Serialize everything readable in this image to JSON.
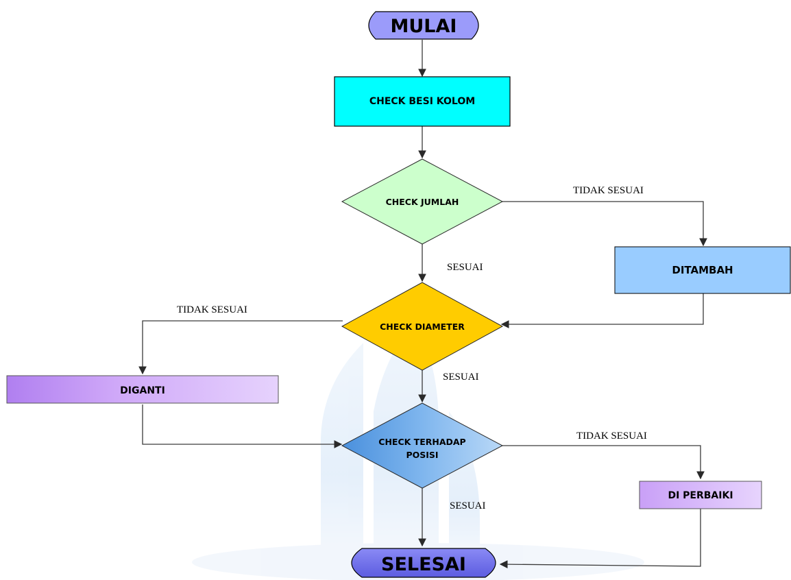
{
  "diagram": {
    "nodes": {
      "start": "MULAI",
      "check_besi": "CHECK BESI KOLOM",
      "check_jumlah": "CHECK JUMLAH",
      "ditambah": "DITAMBAH",
      "check_diameter": "CHECK DIAMETER",
      "diganti": "DIGANTI",
      "check_posisi_line1": "CHECK TERHADAP",
      "check_posisi_line2": "POSISI",
      "diperbaiki": "DI PERBAIKI",
      "end": "SELESAI"
    },
    "edge_labels": {
      "jumlah_tidak_sesuai": "TIDAK SESUAI",
      "jumlah_sesuai": "SESUAI",
      "diameter_tidak_sesuai": "TIDAK SESUAI",
      "diameter_sesuai": "SESUAI",
      "posisi_tidak_sesuai": "TIDAK SESUAI",
      "posisi_sesuai": "SESUAI"
    }
  },
  "colors": {
    "start_fill": "#9999ff",
    "process_fill": "#00ffff",
    "decision_jumlah": "#ccffcc",
    "decision_diameter": "#ffcc00",
    "decision_posisi": "#66aaee",
    "ditambah_fill": "#99ccff",
    "diganti_fill": "#cc99ff",
    "diperbaiki_fill": "#cc99ff",
    "end_fill": "#7777ee"
  }
}
